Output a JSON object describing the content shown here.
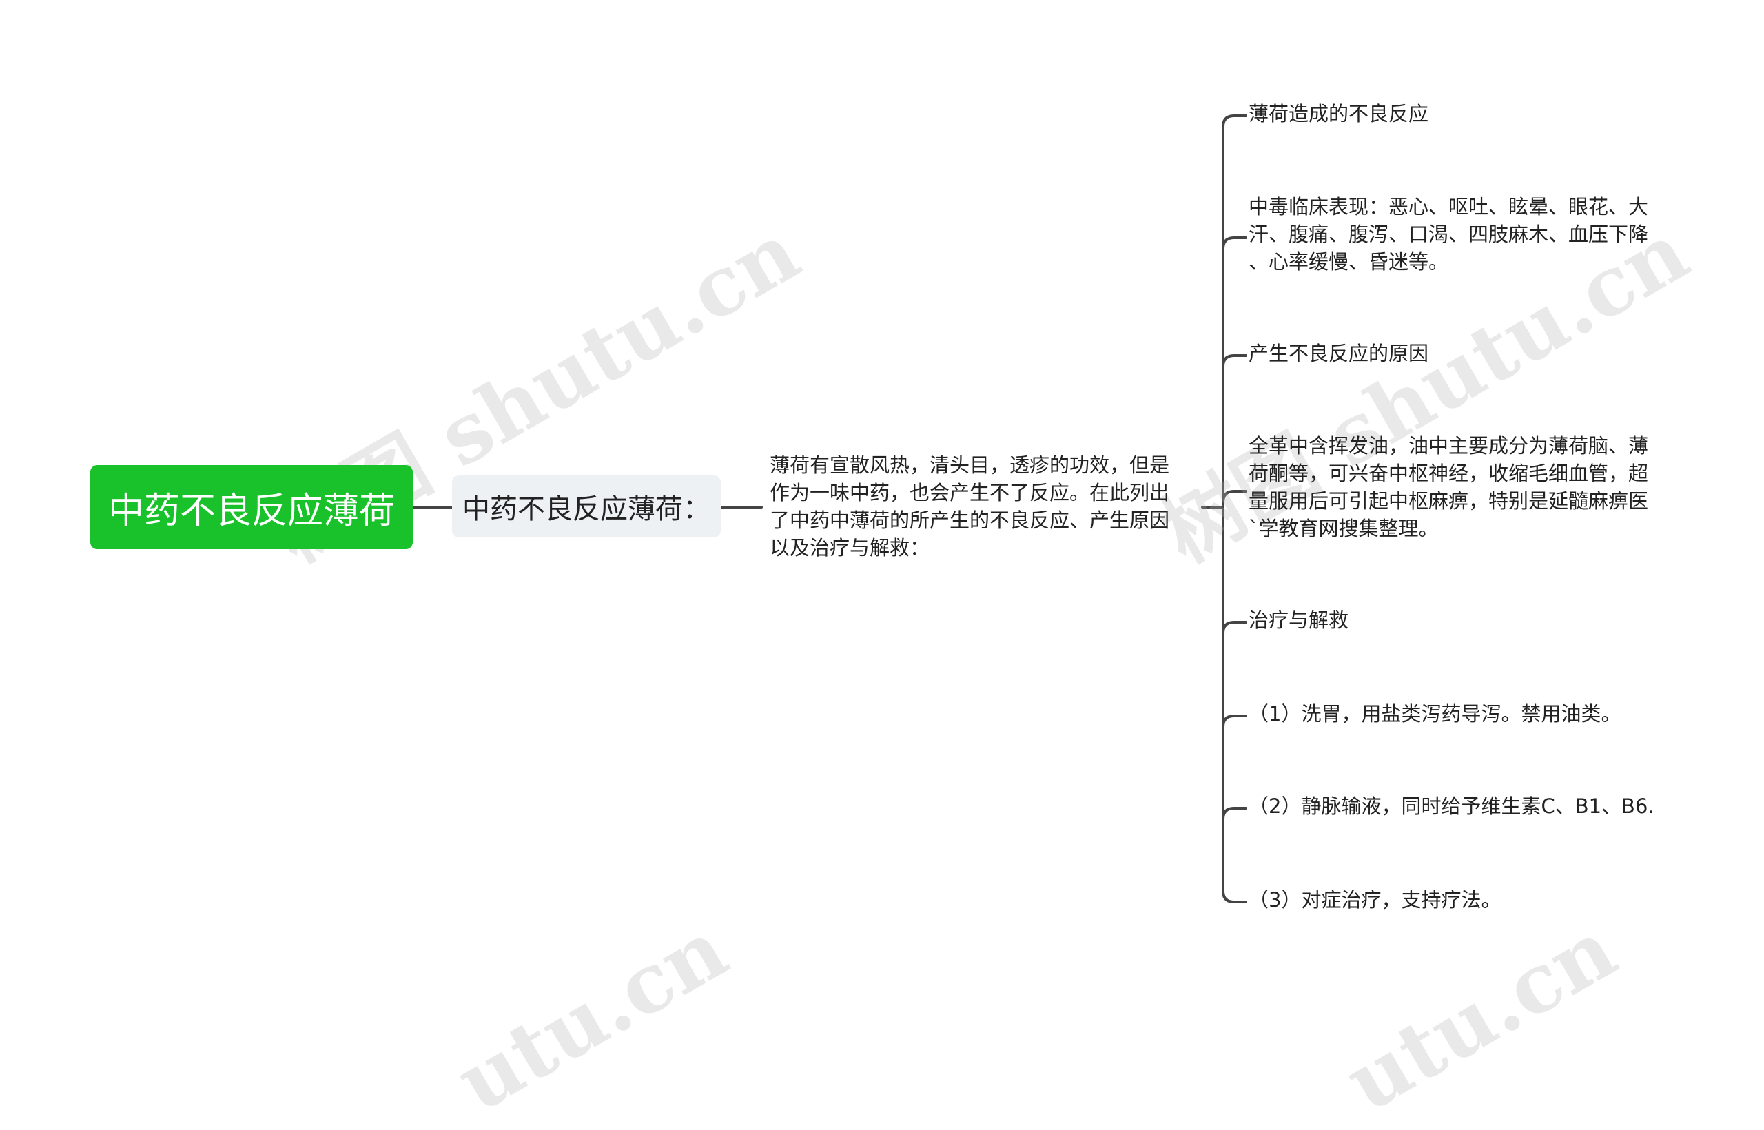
{
  "watermark": {
    "text_full": "树图 shutu.cn",
    "text_partial": "utu.cn",
    "color": "#afafaf"
  },
  "mindmap": {
    "root": {
      "label": "中药不良反应薄荷",
      "color": "#19c22a"
    },
    "subtopic": {
      "label": "中药不良反应薄荷：",
      "color": "#eef1f4"
    },
    "description": "薄荷有宣散风热，清头目，透疹的功效，但是\n作为一味中药，也会产生不了反应。在此列出\n了中药中薄荷的所产生的不良反应、产生原因\n以及治疗与解救：",
    "leaves": [
      {
        "text": "薄荷造成的不良反应"
      },
      {
        "text": "中毒临床表现：恶心、呕吐、眩晕、眼花、大\n汗、腹痛、腹泻、口渴、四肢麻木、血压下降\n、心率缓慢、昏迷等。"
      },
      {
        "text": "产生不良反应的原因"
      },
      {
        "text": "全革中含挥发油，油中主要成分为薄荷脑、薄\n荷酮等，可兴奋中枢神经，收缩毛细血管，超\n量服用后可引起中枢麻痹，特别是延髓麻痹医\n`学教育网搜集整理。"
      },
      {
        "text": "治疗与解救"
      },
      {
        "text": "（1）洗胃，用盐类泻药导泻。禁用油类。"
      },
      {
        "text": "（2）静脉输液，同时给予维生素C、B1、B6."
      },
      {
        "text": "（3）对症治疗，支持疗法。"
      }
    ],
    "line_color": "#444444"
  }
}
